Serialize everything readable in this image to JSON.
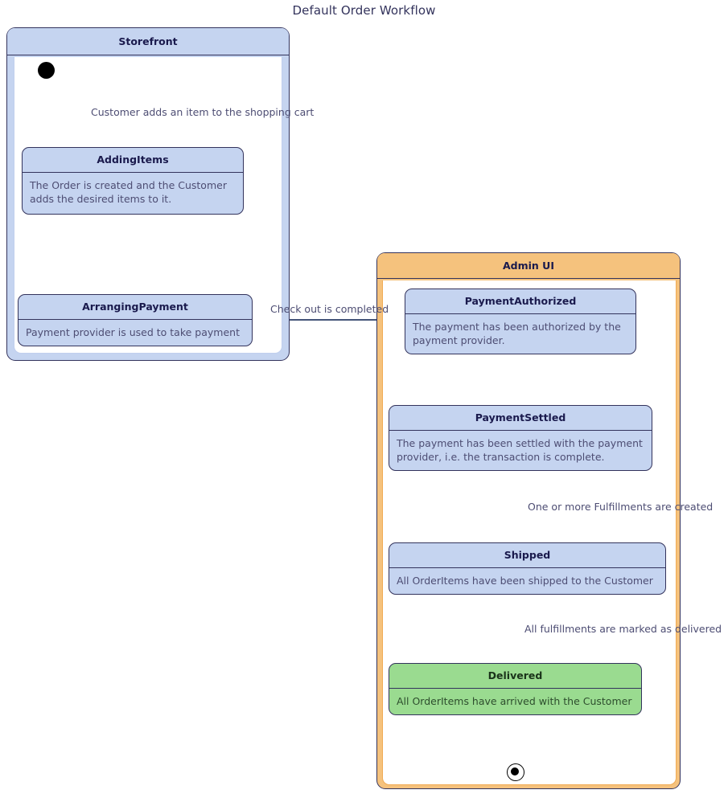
{
  "diagram": {
    "title": "Default Order Workflow",
    "type": "uml-state-machine"
  },
  "colors": {
    "state_fill": "#c5d4f0",
    "state_border": "#33335c",
    "final_state_fill": "#9adb90",
    "adminui_header_fill": "#f5c27d",
    "adminui_region_border": "#f0ab54",
    "storefront_header_fill": "#c5d4f0",
    "text": "#4d4d73",
    "arrow": "#2a3b66"
  },
  "regions": [
    {
      "id": "storefront",
      "label": "Storefront",
      "header_fill": "#c5d4f0"
    },
    {
      "id": "adminui",
      "label": "Admin UI",
      "header_fill": "#f5c27d"
    }
  ],
  "states": [
    {
      "id": "addingitems",
      "name": "AddingItems",
      "description": "The Order is created and the Customer adds the desired items to it.",
      "region": "storefront",
      "fill": "#c5d4f0"
    },
    {
      "id": "arrangingpayment",
      "name": "ArrangingPayment",
      "description": "Payment provider is used to take payment",
      "region": "storefront",
      "fill": "#c5d4f0"
    },
    {
      "id": "paymentauthorized",
      "name": "PaymentAuthorized",
      "description": "The payment has been authorized by the payment provider.",
      "region": "adminui",
      "fill": "#c5d4f0"
    },
    {
      "id": "paymentsettled",
      "name": "PaymentSettled",
      "description": "The payment has been settled with the payment provider, i.e. the transaction is complete.",
      "region": "adminui",
      "fill": "#c5d4f0"
    },
    {
      "id": "shipped",
      "name": "Shipped",
      "description": "All OrderItems have been shipped to the Customer",
      "region": "adminui",
      "fill": "#c5d4f0"
    },
    {
      "id": "delivered",
      "name": "Delivered",
      "description": "All OrderItems have arrived with the Customer",
      "region": "adminui",
      "fill": "#9adb90"
    }
  ],
  "pseudostates": [
    {
      "id": "initial",
      "kind": "initial",
      "region": "storefront"
    },
    {
      "id": "final",
      "kind": "final",
      "region": "adminui"
    }
  ],
  "transitions": [
    {
      "id": "t1",
      "from": "initial",
      "to": "addingitems",
      "label": "Customer adds an item to the shopping cart"
    },
    {
      "id": "t2",
      "from": "addingitems",
      "to": "arrangingpayment",
      "label": ""
    },
    {
      "id": "t3",
      "from": "arrangingpayment",
      "to": "paymentauthorized",
      "label": "Check out is completed"
    },
    {
      "id": "t4",
      "from": "paymentauthorized",
      "to": "paymentsettled",
      "label": ""
    },
    {
      "id": "t5",
      "from": "paymentsettled",
      "to": "shipped",
      "label": "One or more Fulfillments are created"
    },
    {
      "id": "t6",
      "from": "shipped",
      "to": "delivered",
      "label": "All fulfillments are marked as delivered"
    },
    {
      "id": "t7",
      "from": "delivered",
      "to": "final",
      "label": ""
    }
  ]
}
